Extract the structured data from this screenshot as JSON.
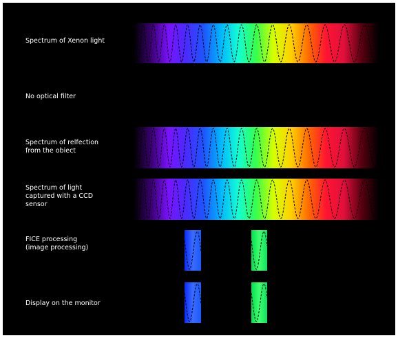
{
  "colors": {
    "background": "#000000",
    "label_text": "#ffffff",
    "wave_line": "#000000",
    "spectrum_stops": [
      "#000000",
      "#3a0070",
      "#7a12ff",
      "#4a2bff",
      "#1e55ff",
      "#00b8ff",
      "#14ffd2",
      "#36ff4a",
      "#d6ff00",
      "#ffd000",
      "#ff6a00",
      "#ff1432",
      "#e0103c",
      "#5a0010",
      "#000000"
    ]
  },
  "rows": [
    {
      "label": "Spectrum of Xenon light"
    },
    {
      "label": "No optical filter"
    },
    {
      "label": "Spectrum of relfection\nfrom the obiect"
    },
    {
      "label": "Spectrum of light\ncaptured with a CCD\nsensor"
    },
    {
      "label": "FICE processing\n(image processing)"
    },
    {
      "label": "Display on the monitor"
    }
  ],
  "narrow_bands": [
    {
      "color_name": "blue",
      "colors": [
        "#0a2cff",
        "#3a6cff",
        "#1a5aff"
      ]
    },
    {
      "color_name": "green",
      "colors": [
        "#00e050",
        "#40ff70",
        "#10e060"
      ]
    }
  ]
}
